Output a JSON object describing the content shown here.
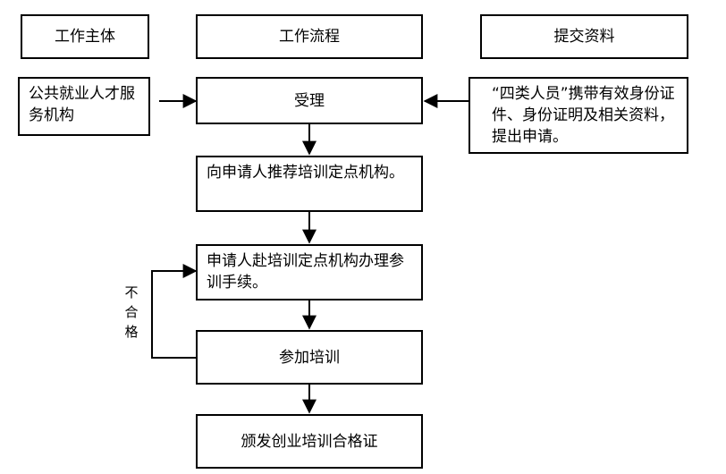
{
  "headers": {
    "subject": "工作主体",
    "process": "工作流程",
    "materials": "提交资料"
  },
  "side": {
    "left_agency": "公共就业人才服务机构",
    "right_materials": "“四类人员”携带有效身份证件、身份证明及相关资料，提出申请。"
  },
  "steps": [
    "受理",
    "向申请人推荐培训定点机构。",
    "申请人赴培训定点机构办理参训手续。",
    "参加培训",
    "颁发创业培训合格证"
  ],
  "loop_label": "不合格",
  "colors": {
    "line": "#000000",
    "box_border": "#000000",
    "background": "#ffffff"
  }
}
